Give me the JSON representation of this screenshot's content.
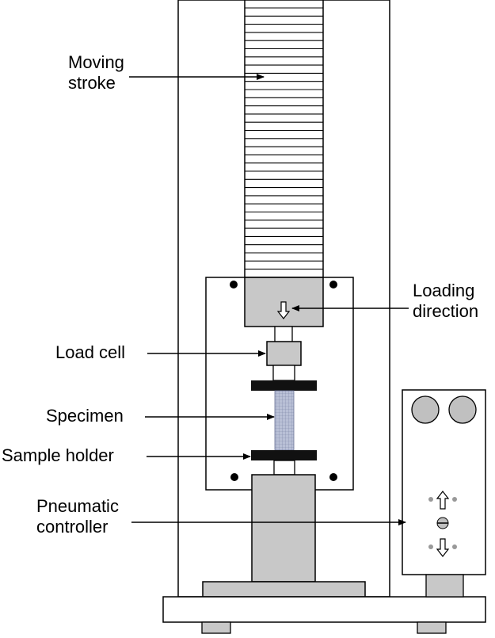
{
  "labels": {
    "moving_stroke": [
      "Moving",
      "stroke"
    ],
    "loading_direction": [
      "Loading",
      "direction"
    ],
    "load_cell": "Load cell",
    "specimen": "Specimen",
    "sample_holder": "Sample holder",
    "pneumatic_controller": [
      "Pneumatic",
      "controller"
    ]
  },
  "colors": {
    "machine_fill": "#c8c8c8",
    "line": "#000000",
    "specimen_fill": "#aeb6cc",
    "knob_fill": "#c0c0c0"
  }
}
